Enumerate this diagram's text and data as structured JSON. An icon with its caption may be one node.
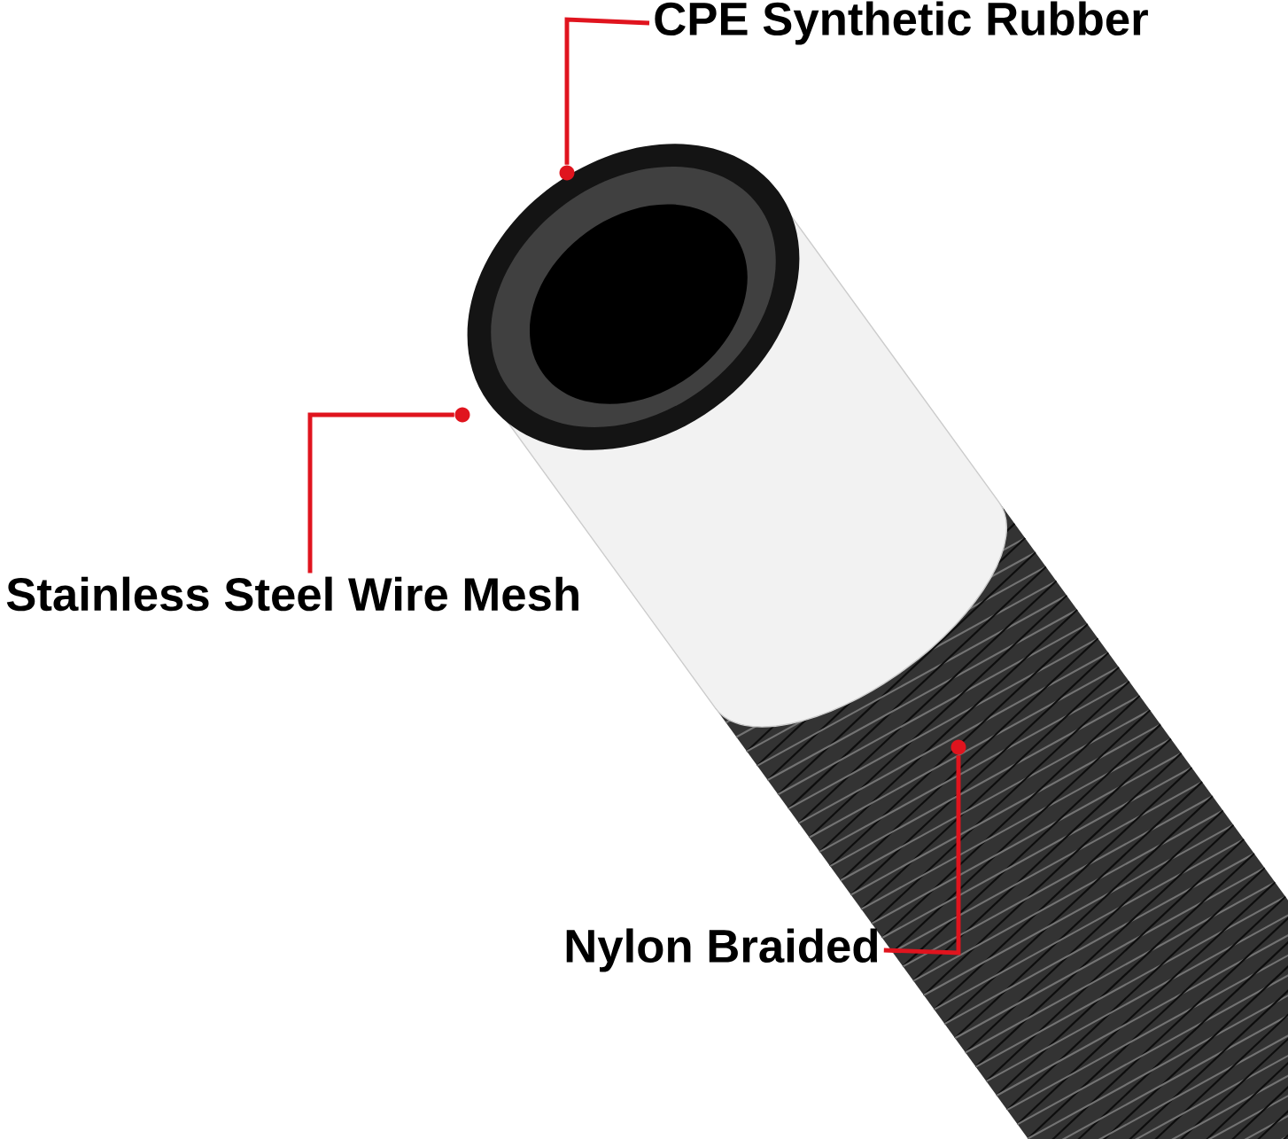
{
  "diagram": {
    "nodes": [
      {
        "text": [
          "CPE Synthetic Rubber"
        ]
      },
      {
        "text": [],
        "shape": "circle"
      },
      {
        "text": [
          "Stainless Steel Wire Mesh"
        ]
      },
      {
        "text": [],
        "shape": "circle"
      },
      {
        "text": [
          "Nylon Braided"
        ]
      },
      {
        "text": [],
        "shape": "circle"
      }
    ],
    "edges": [
      {
        "from": 0,
        "to": 1,
        "arrow": "none"
      },
      {
        "from": 2,
        "to": 3,
        "arrow": "none"
      },
      {
        "from": 4,
        "to": 5,
        "arrow": "none"
      }
    ]
  }
}
